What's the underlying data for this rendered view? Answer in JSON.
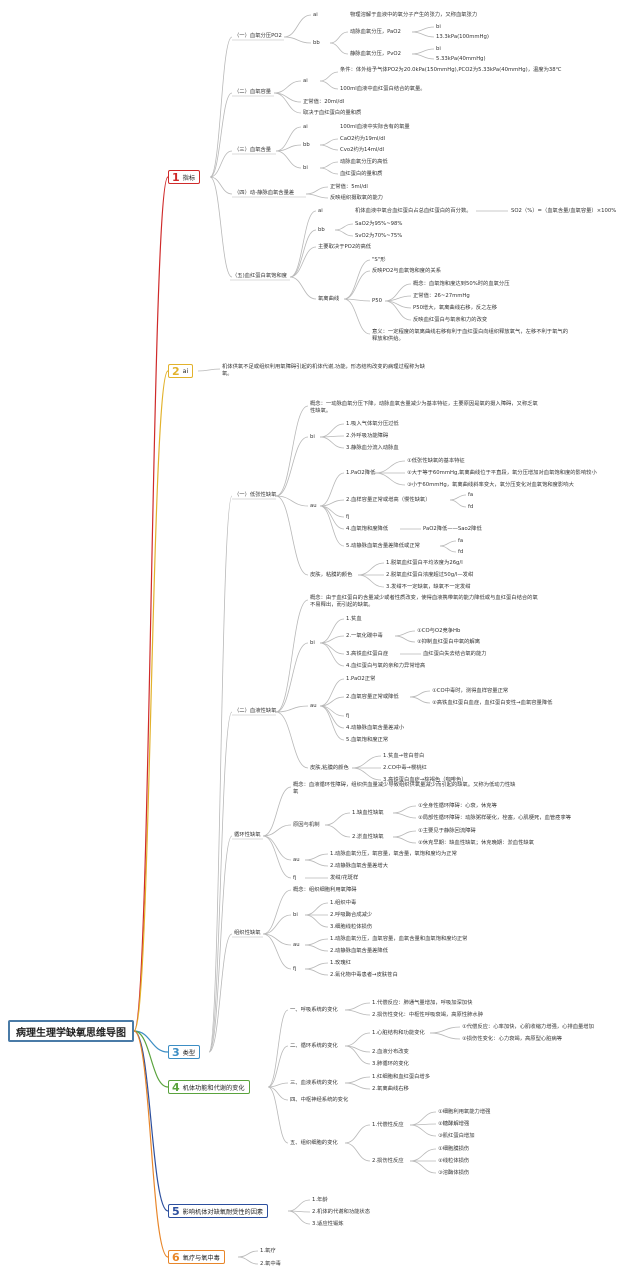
{
  "title": "病理生理学缺氧思维导图",
  "colors": {
    "line": "#b8b8b8",
    "root_border": "#4a7ba7",
    "s1": "#cf2a2a",
    "s2": "#e2b22c",
    "s3": "#3d8ec4",
    "s4": "#5aa33d",
    "s5": "#2c4f9e",
    "s6": "#e8862a"
  },
  "sections": {
    "s1": {
      "num": "1",
      "label": "指标"
    },
    "s2": {
      "num": "2",
      "label": "ai"
    },
    "s3": {
      "num": "3",
      "label": "类型"
    },
    "s4": {
      "num": "4",
      "label": "机体功能和代谢的变化"
    },
    "s5": {
      "num": "5",
      "label": "影响机体对缺氧耐受性的因素"
    },
    "s6": {
      "num": "6",
      "label": "氧疗与氧中毒"
    }
  },
  "nodes": {
    "s1_po2": "（一）血氧分压PO2",
    "s1_po2_ai": "ai",
    "s1_po2_ai_t": "物理溶解于血液中的氧分子产生的张力，又称血氧张力",
    "s1_po2_bb": "bb",
    "s1_pao2": "动脉血氧分压，PaO2",
    "s1_pao2_bi": "bi",
    "s1_pao2_v": "13.3kPa(100mmHg)",
    "s1_pvo2": "静脉血氧分压，PvO2",
    "s1_pvo2_bi": "bi",
    "s1_pvo2_v": "5.33kPa(40mmHg)",
    "s1_cap": "（二）血氧容量",
    "s1_cap_ai": "ai",
    "s1_cap_cond": "条件：体外给予气体PO2为20.0kPa(150mmHg),PCO2为5.33kPa(40mmHg)，温度为38℃",
    "s1_cap_def": "100ml血液中血红蛋白结合的氧量。",
    "s1_cap_norm": "正常值：20ml/dl",
    "s1_cap_dep": "取决于血红蛋白的量和质",
    "s1_cont": "（三）血氧含量",
    "s1_cont_ai": "ai",
    "s1_cont_ai_t": "100ml血液中实际含有的氧量",
    "s1_cont_bb": "bb",
    "s1_cao2": "CaO2约为19ml/dl",
    "s1_cvo2": "Cvo2约为14ml/dl",
    "s1_cont_bi": "bi",
    "s1_cont_bi1": "动脉血氧分压的高低",
    "s1_cont_bi2": "血红蛋白的量和质",
    "s1_diff": "（四）动-静脉血氧含量差",
    "s1_diff_norm": "正常值：5ml/dl",
    "s1_diff_t": "反映组织摄取氧的能力",
    "s1_sat": "（五)血红蛋白氧饱和度",
    "s1_sat_ai": "ai",
    "s1_sat_ai_t": "机体血液中氧合血红蛋白占总血红蛋白的百分数。",
    "s1_sat_formula": "SO2（%）=（血氧含量/血氧容量）×100%",
    "s1_sat_bb": "bb",
    "s1_sao2": "SaO2为95%~98%",
    "s1_svo2": "SvO2为70%~75%",
    "s1_sat_dep": "主要取决于PO2的高低",
    "s1_curve": "氧离曲线",
    "s1_curve_s": "\"S\"形",
    "s1_curve_rel": "反映PO2与血氧饱和度的关系",
    "s1_p50": "P50",
    "s1_p50_def": "概念：血氧饱和度达到50%时的血氧分压",
    "s1_p50_norm": "正常值：26~27mmHg",
    "s1_p50_up": "P50增大，氧离曲线右移，反之左移",
    "s1_p50_aff": "反映血红蛋白与氧亲和力的改变",
    "s1_curve_sig": "意义：一定程度的氧离曲线右移有利于血红蛋白向组织释放氧气，左移不利于氧气的释放和供给。",
    "s2_def": "机体供氧不足或组织利用氧障碍引起的机体代谢,功能，形态结构改变的病理过程称为缺氧。",
    "s3_hyp": "（一）低张性缺氧",
    "s3_hyp_con": "概念：一动脉血氧分压下降，动脉血氧含量减少为基本特征，主要原因是氧的摄入障碍，又称乏氧性缺氧。",
    "s3_hyp_bi": "bi",
    "s3_hyp_bi1": "1.吸入气体氧分压过低",
    "s3_hyp_bi2": "2.外呼吸功能障碍",
    "s3_hyp_bi3": "3.静脉血分流入动脉血",
    "s3_hyp_au": "au",
    "s3_hyp_pao2": "1.PaO2降低",
    "s3_hyp_p1": "①低张性缺氧的基本特征",
    "s3_hyp_p2": "②大于等于60mmHg,氧离曲线位于平直段，氧分压增加对血氧饱和度的影响较小",
    "s3_hyp_p3": "③小于60mmHg，氧离曲线斜率变大，氧分压变化对血氧饱和度影响大",
    "s3_hyp_cap": "2.血样容量正常或增高（慢性缺氧）",
    "s3_hyp_fa": "fa",
    "s3_hyp_fd": "fd",
    "s3_hyp_fj": "fj",
    "s3_hyp_sat": "4.血氧饱和度降低",
    "s3_hyp_sat_t": "PaO2降低——Sao2降低",
    "s3_hyp_av": "5.动静脉血氧含量差降低或正常",
    "s3_hyp_fa2": "fa",
    "s3_hyp_fd2": "fd",
    "s3_hyp_skin": "皮肤，粘膜的颜色",
    "s3_hyp_skin1": "1.脱氧血红蛋白平均浓度为26g/l",
    "s3_hyp_skin2": "2.脱氧血红蛋白浓度超过50g/l—发绀",
    "s3_hyp_skin3": "3.发绀不一定缺氧，缺氧不一定发绀",
    "s3_blood": "（二）血液性缺氧",
    "s3_blood_con": "概念：由于血红蛋白的含量减少或者性质改变，使得血液携带氧的能力降低或与血红蛋白结合的氧不易释出，而引起的缺氧。",
    "s3_blood_bi": "bi",
    "s3_blood_b1": "1.贫血",
    "s3_blood_b2": "2.一氧化碳中毒",
    "s3_blood_b2a": "①CO与O2竞争Hb",
    "s3_blood_b2b": "②抑制血红蛋白中氧的解离",
    "s3_blood_b3": "3.高铁血红蛋白症",
    "s3_blood_b3t": "血红蛋白失去结合氧的能力",
    "s3_blood_b4": "4.血红蛋白与氧的亲和力异常增高",
    "s3_blood_au": "au",
    "s3_blood_a1": "1.PaO2正常",
    "s3_blood_a2": "2.血氧容量正常或降低",
    "s3_blood_a2a": "①CO中毒时，测得血样容量正常",
    "s3_blood_a2b": "②高铁血红蛋白血症，血红蛋白变性→血氧容量降低",
    "s3_blood_fj": "fj",
    "s3_blood_a4": "4.动静脉血氧含量差减小",
    "s3_blood_a5": "5.血氧饱和度正常",
    "s3_blood_skin": "皮肤,粘膜的颜色",
    "s3_blood_skin1": "1.贫血→苍白苍白",
    "s3_blood_skin2": "2.CO中毒→樱桃红",
    "s3_blood_skin3": "3.高铁蛋白血症→棕褐色（咖啡色）",
    "s3_circ": "循环性缺氧",
    "s3_circ_con": "概念：血液循环性障碍，组织供血量减少导致组织供氧量减少而引起的缺氧。又称为低动力性缺氧",
    "s3_circ_cause": "原因与机制",
    "s3_circ_isch": "1.缺血性缺氧",
    "s3_circ_i1": "①全身性循环障碍：心衰，休克等",
    "s3_circ_i2": "②局部性循环障碍：动脉粥样硬化，栓塞，心肌梗死，血管痉挛等",
    "s3_circ_cong": "2.淤血性缺氧",
    "s3_circ_c1": "①主要见于静脉回流障碍",
    "s3_circ_c2": "②休克早期：缺血性缺氧；休克晚期：淤血性缺氧",
    "s3_circ_au": "au",
    "s3_circ_a1": "1.动脉血氧分压，氧容量，氧含量，氧饱和度均为正常",
    "s3_circ_a2": "2.动静脉血氧含量差增大",
    "s3_circ_fj": "fj",
    "s3_circ_fj_t": "发绀/花斑样",
    "s3_tis": "组织性缺氧",
    "s3_tis_con": "概念：组织细胞利用氧障碍",
    "s3_tis_bi": "bi",
    "s3_tis_b1": "1.组织中毒",
    "s3_tis_b2": "2.呼吸酶合成减少",
    "s3_tis_b3": "3.细胞线粒体损伤",
    "s3_tis_au": "au",
    "s3_tis_a1": "1.动脉血氧分压，血氧容量，血氧含量和血氧饱和度均正常",
    "s3_tis_a2": "2.动静脉血氧含量差降低",
    "s3_tis_fj": "fj",
    "s3_tis_f1": "1.玫瑰红",
    "s3_tis_f2": "2.氰化物中毒患者→皮肤苍白",
    "s4_resp": "一、呼吸系统的变化",
    "s4_resp1": "1.代偿反应：肺通气量增加，呼吸加深加快",
    "s4_resp2": "2.损伤性变化：中枢性呼吸衰竭，高原性肺水肿",
    "s4_circ": "二、循环系统的变化",
    "s4_heart": "1.心脏结构和功能变化",
    "s4_heart1": "①代偿反应：心率加快，心肌收缩力增强，心排血量增加",
    "s4_heart2": "②损伤性变化：心力衰竭，高原型心脏病等",
    "s4_flow": "2.血液分布改变",
    "s4_micro": "3.肺循环的变化",
    "s4_blood": "三、血液系统的变化",
    "s4_blood1": "1.红细胞和血红蛋白增多",
    "s4_blood2": "2.氧离曲线右移",
    "s4_cns": "四、中枢神经系统的变化",
    "s4_cell": "五、组织细胞的变化",
    "s4_comp": "1.代偿性反应",
    "s4_comp1": "①细胞利用氧能力增强",
    "s4_comp2": "②糖酵解增强",
    "s4_comp3": "③肌红蛋白增加",
    "s4_inj": "2.损伤性反应",
    "s4_inj1": "①细胞膜损伤",
    "s4_inj2": "②线粒体损伤",
    "s4_inj3": "③溶酶体损伤",
    "s5_1": "1.年龄",
    "s5_2": "2.机体的代谢和功能状态",
    "s5_3": "3.适应性锻炼",
    "s6_1": "1.氧疗",
    "s6_2": "2.氧中毒"
  }
}
